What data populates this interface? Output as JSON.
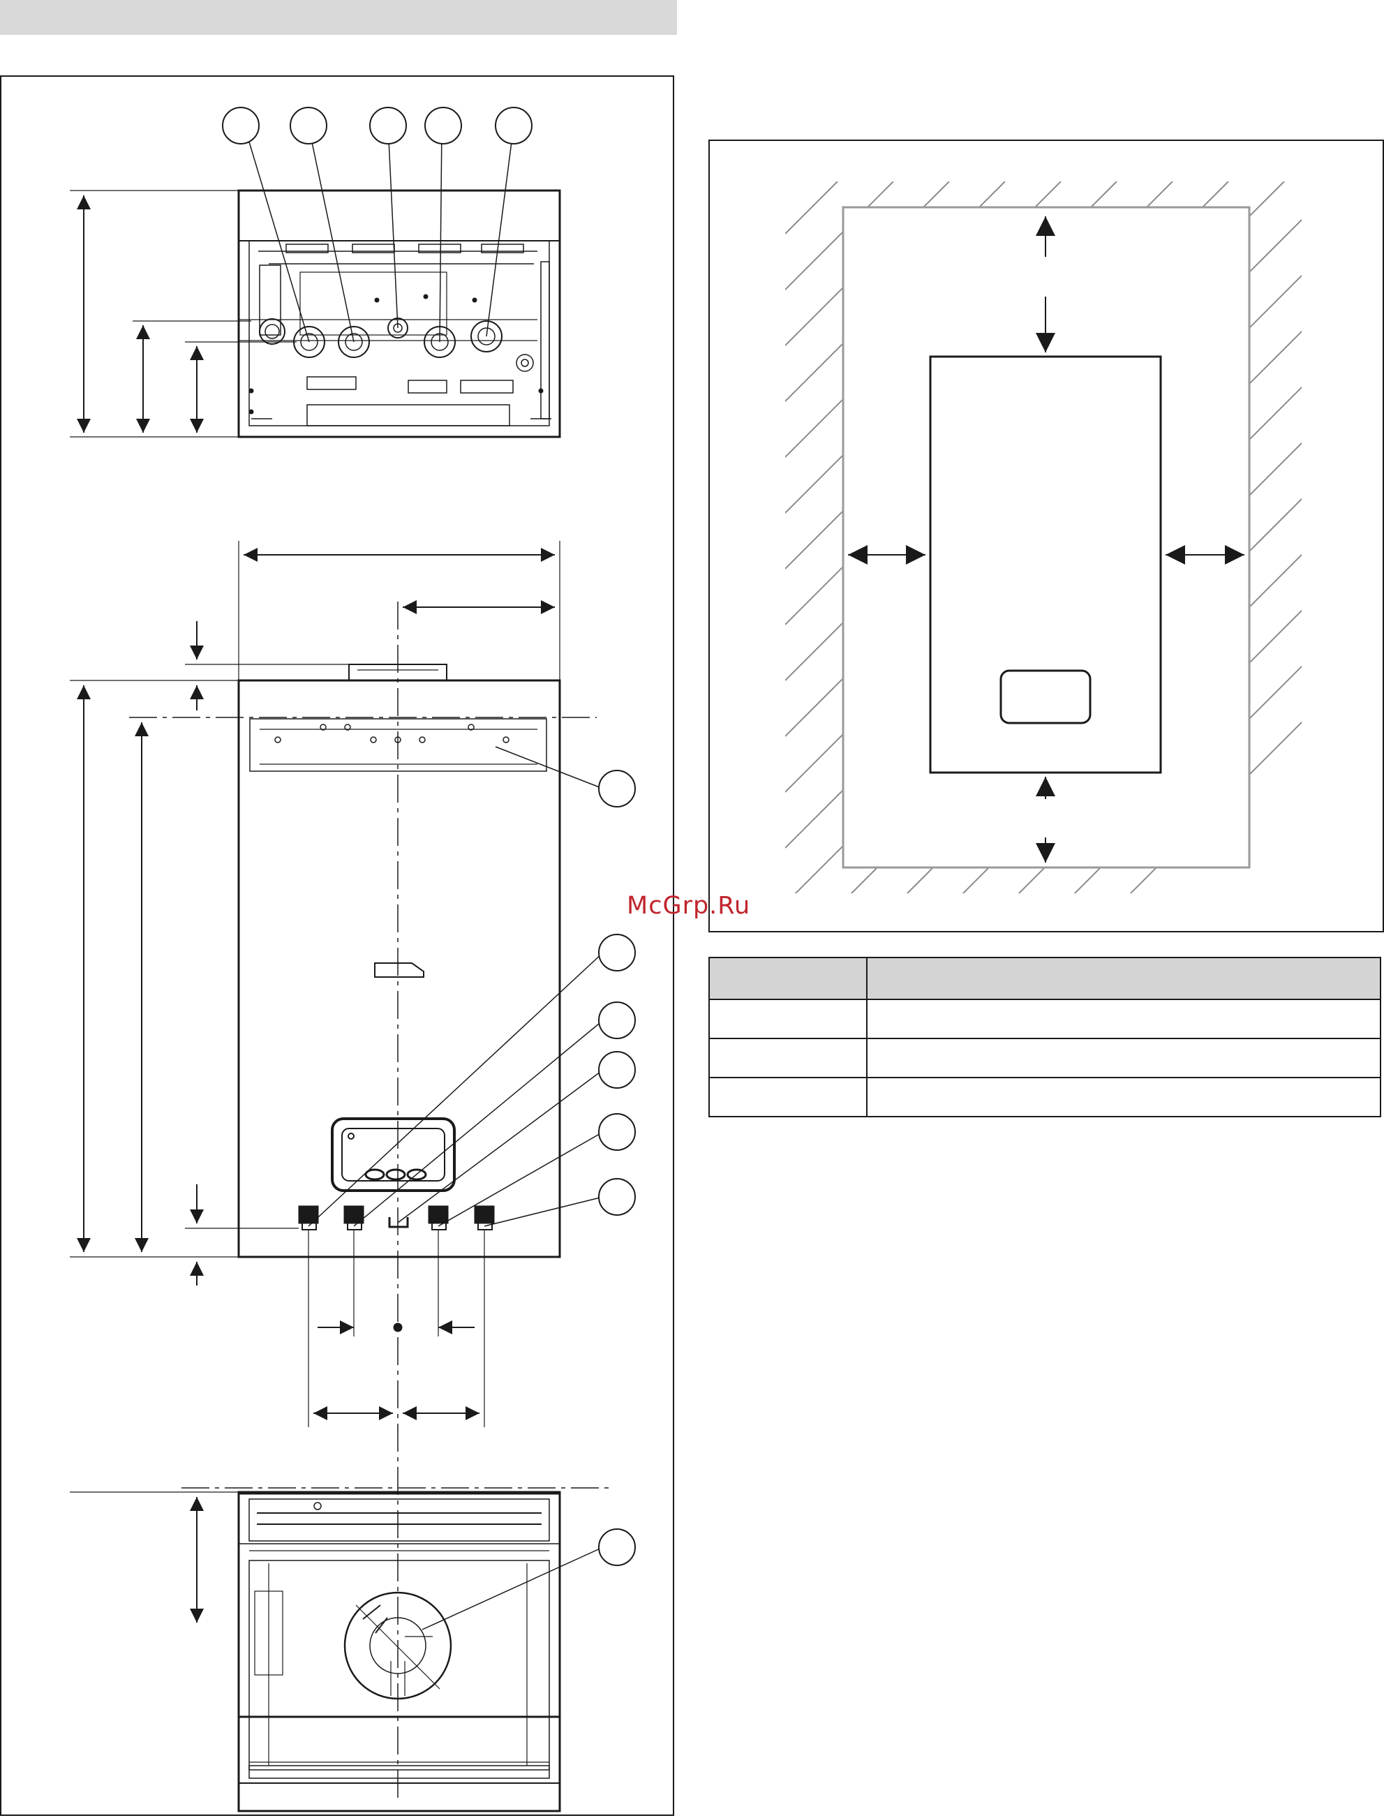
{
  "header": {
    "title": ""
  },
  "left_panel": {
    "name": "boiler-dimension-drawings"
  },
  "right_panel": {
    "name": "minimum-clearances-drawing"
  },
  "watermark": {
    "text": "McGrp.Ru",
    "color": "#c0252c"
  },
  "clearance_table": {
    "columns": [
      "",
      ""
    ],
    "rows": [
      [
        "",
        ""
      ],
      [
        "",
        ""
      ],
      [
        "",
        ""
      ]
    ]
  },
  "colors": {
    "line": "#1a1a1a",
    "hatch": "#8a8a8a",
    "header_fill": "#d9d9d9",
    "table_header_fill": "#d4d4d4"
  }
}
